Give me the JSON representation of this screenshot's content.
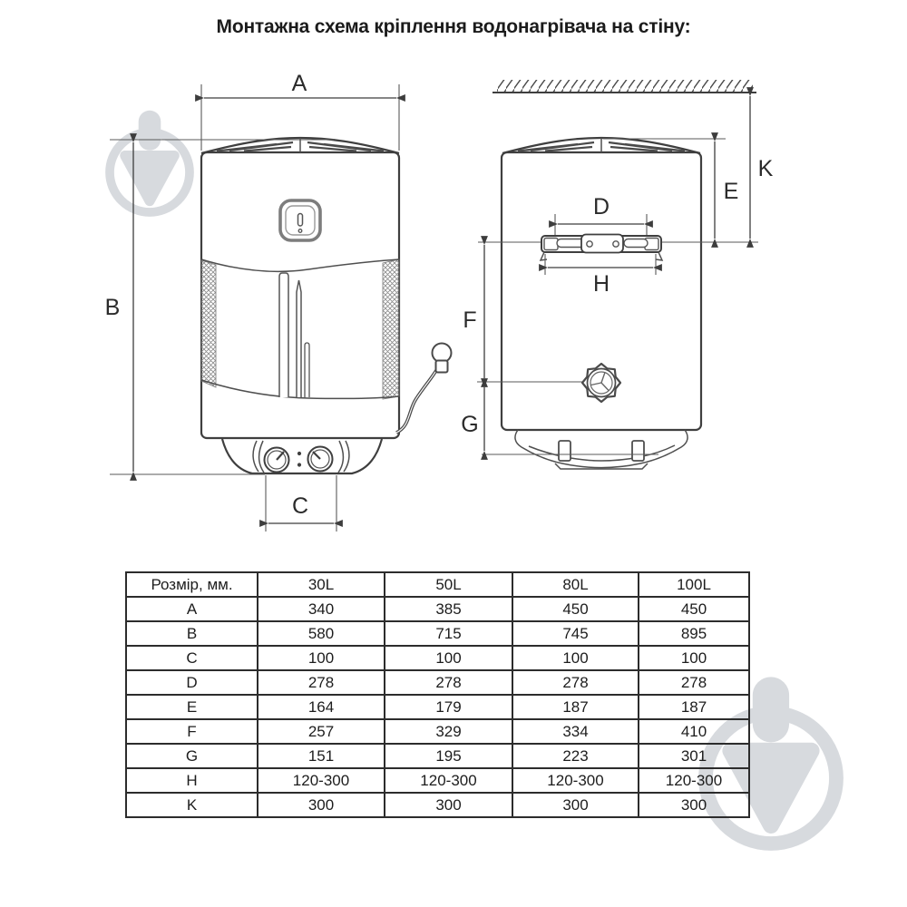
{
  "title": "Монтажна схема кріплення водонагрівача на стіну:",
  "diagram": {
    "front_view": {
      "width_label": "A",
      "height_label": "B",
      "pipe_spacing_label": "C"
    },
    "side_view": {
      "bracket_holes_label": "D",
      "top_to_bracket_label": "E",
      "bracket_to_valve_label": "F",
      "valve_to_bottom_label": "G",
      "bracket_width_label": "H",
      "ceiling_to_bracket_label": "K"
    }
  },
  "colors": {
    "line": "#3f3f3f",
    "text": "#1d1d1d",
    "watermark": "#d7dade"
  },
  "table": {
    "headers": [
      "Розмір, мм.",
      "30L",
      "50L",
      "80L",
      "100L"
    ],
    "rows": [
      {
        "dim": "A",
        "values": [
          "340",
          "385",
          "450",
          "450"
        ]
      },
      {
        "dim": "B",
        "values": [
          "580",
          "715",
          "745",
          "895"
        ]
      },
      {
        "dim": "C",
        "values": [
          "100",
          "100",
          "100",
          "100"
        ]
      },
      {
        "dim": "D",
        "values": [
          "278",
          "278",
          "278",
          "278"
        ]
      },
      {
        "dim": "E",
        "values": [
          "164",
          "179",
          "187",
          "187"
        ]
      },
      {
        "dim": "F",
        "values": [
          "257",
          "329",
          "334",
          "410"
        ]
      },
      {
        "dim": "G",
        "values": [
          "151",
          "195",
          "223",
          "301"
        ]
      },
      {
        "dim": "H",
        "values": [
          "120-300",
          "120-300",
          "120-300",
          "120-300"
        ]
      },
      {
        "dim": "K",
        "values": [
          "300",
          "300",
          "300",
          "300"
        ]
      }
    ]
  }
}
